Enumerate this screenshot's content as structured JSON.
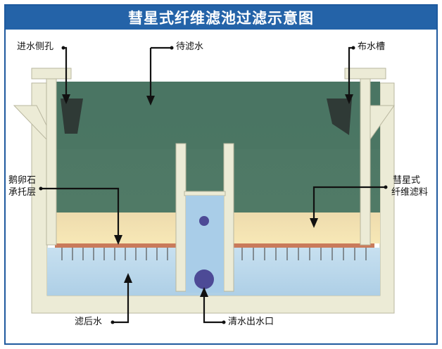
{
  "title": "彗星式纤维滤池过滤示意图",
  "labels": {
    "inlet_side_hole": "进水侧孔",
    "water_to_filter": "待滤水",
    "distribution_trough": "布水槽",
    "gravel_support_line1": "鹅卵石",
    "gravel_support_line2": "承托层",
    "filter_media_line1": "彗星式",
    "filter_media_line2": "纤维滤料",
    "filtered_water": "滤后水",
    "clean_water_outlet": "清水出水口"
  },
  "colors": {
    "title_bar": "#2463a8",
    "green_water": "#4f7864",
    "filter_media": "#f3e1ab",
    "filtered_water": "#bad8ec",
    "concrete": "#ecebd6",
    "support_plate": "#c97b5b"
  }
}
